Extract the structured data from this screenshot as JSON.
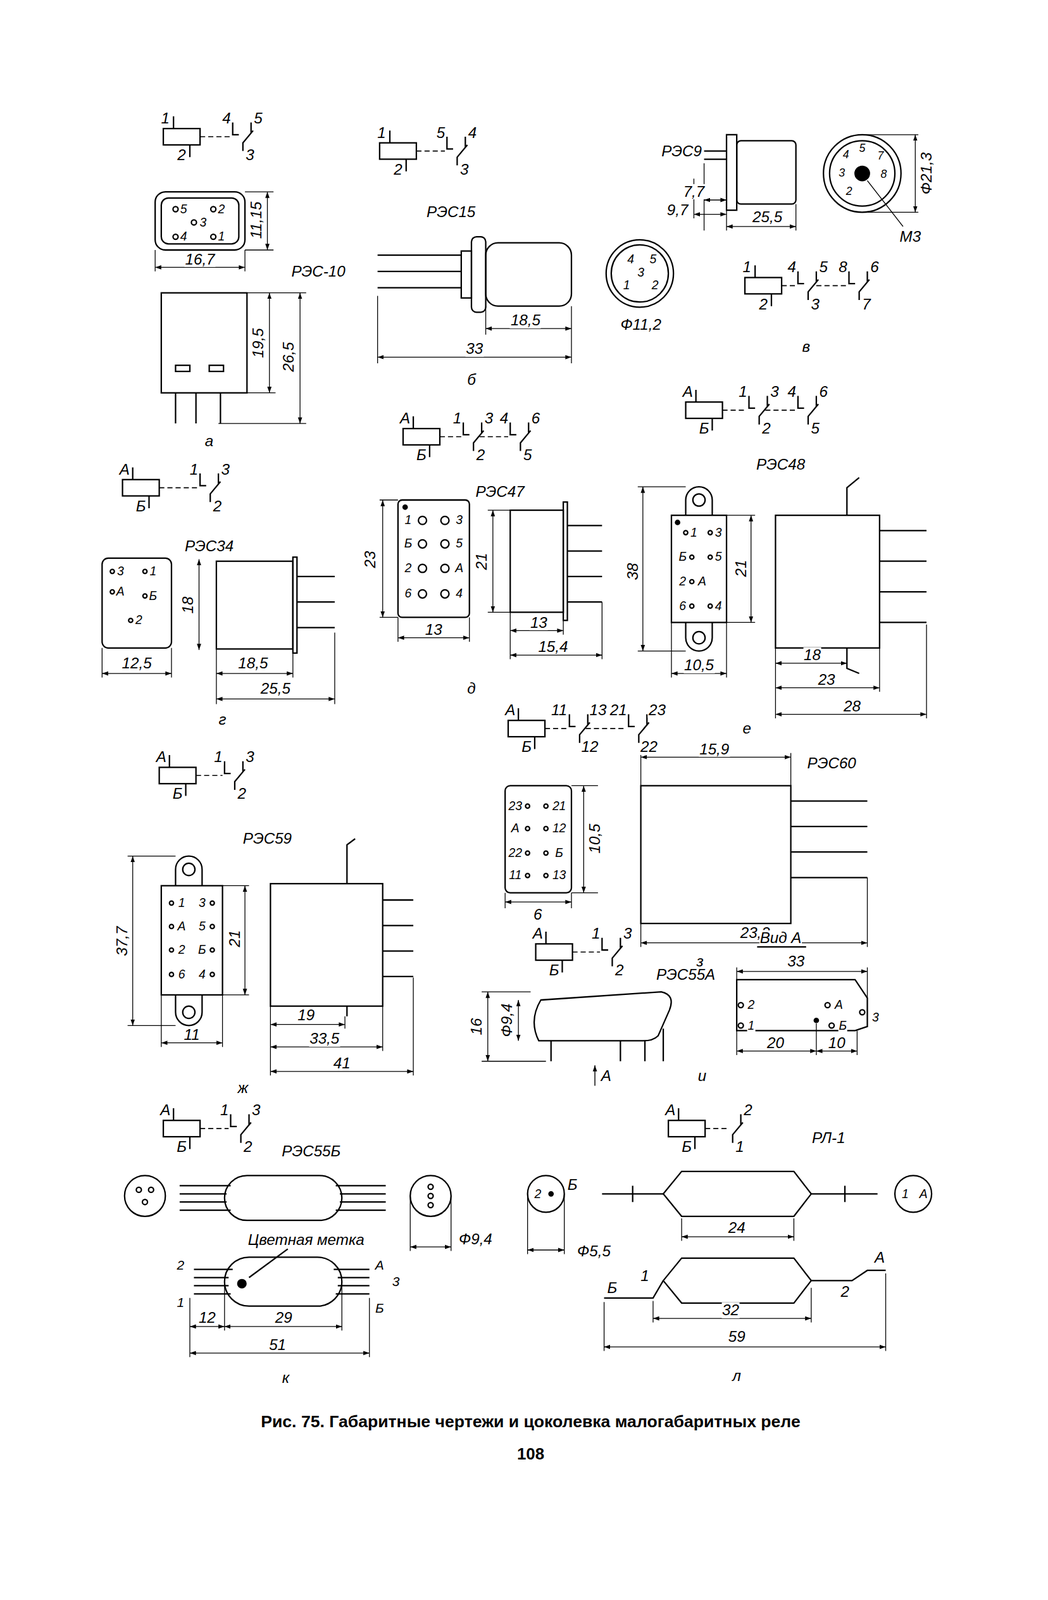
{
  "diagram": {
    "caption": "Рис. 75. Габаритные чертежи и цоколевка малогабаритных реле",
    "labels": [
      "1",
      "2",
      "4",
      "5",
      "3",
      "5",
      "2",
      "3",
      "4",
      "1",
      "11,15",
      "16,7",
      "РЭС-10",
      "19,5",
      "26,5",
      "а",
      "1",
      "2",
      "5",
      "4",
      "3",
      "РЭС15",
      "18,5",
      "33",
      "б",
      "4",
      "5",
      "3",
      "1",
      "2",
      "Ф11,2",
      "РЭС9",
      "7,7",
      "9,7",
      "25,5",
      "4",
      "5",
      "7",
      "3",
      "8",
      "2",
      "Ф21,3",
      "М3",
      "1",
      "2",
      "4",
      "5",
      "3",
      "8",
      "6",
      "7",
      "в",
      "А",
      "Б",
      "1",
      "3",
      "2",
      "РЭС34",
      "3",
      "1",
      "А",
      "Б",
      "2",
      "18",
      "12,5",
      "18,5",
      "25,5",
      "г",
      "А",
      "Б",
      "1",
      "3",
      "2",
      "4",
      "6",
      "5",
      "РЭС47",
      "1",
      "3",
      "Б",
      "5",
      "2",
      "А",
      "6",
      "4",
      "23",
      "21",
      "13",
      "13",
      "15,4",
      "д",
      "А",
      "Б",
      "1",
      "3",
      "2",
      "4",
      "6",
      "5",
      "РЭС48",
      "1",
      "3",
      "Б",
      "5",
      "2",
      "А",
      "6",
      "4",
      "38",
      "21",
      "10,5",
      "18",
      "23",
      "28",
      "е",
      "А",
      "Б",
      "1",
      "3",
      "2",
      "РЭС59",
      "1",
      "3",
      "А",
      "5",
      "2",
      "Б",
      "6",
      "4",
      "37,7",
      "21",
      "11",
      "19",
      "33,5",
      "41",
      "ж",
      "А",
      "Б",
      "11",
      "13",
      "12",
      "21",
      "23",
      "22",
      "23",
      "21",
      "А",
      "12",
      "22",
      "Б",
      "11",
      "13",
      "10,5",
      "6",
      "15,9",
      "РЭС60",
      "23,2",
      "з",
      "А",
      "Б",
      "1",
      "3",
      "2",
      "РЭС55А",
      "16",
      "Ф9,4",
      "А",
      "и",
      "Вид А",
      "33",
      "2",
      "1",
      "А",
      "Б",
      "3",
      "20",
      "10",
      "А",
      "Б",
      "1",
      "3",
      "2",
      "РЭС55Б",
      "Ф9,4",
      "Цветная метка",
      "2",
      "1",
      "А",
      "3",
      "Б",
      "12",
      "29",
      "51",
      "к",
      "А",
      "Б",
      "2",
      "1",
      "РЛ-1",
      "2",
      "Б",
      "Ф5,5",
      "1",
      "А",
      "24",
      "1",
      "Б",
      "А",
      "2",
      "32",
      "59",
      "л",
      "108"
    ]
  }
}
